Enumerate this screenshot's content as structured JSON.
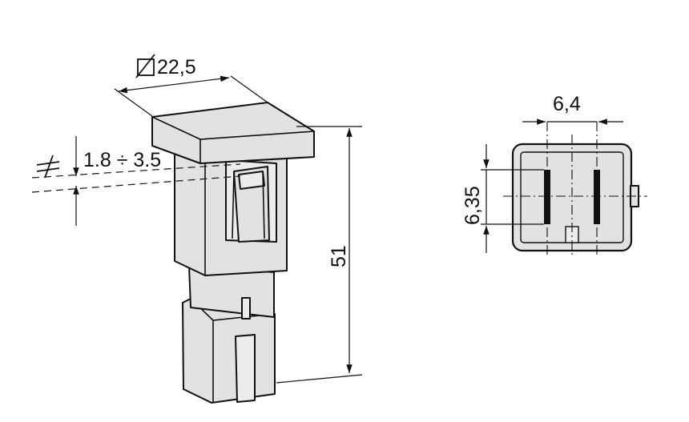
{
  "dimensions": {
    "width": "22,5",
    "thickness": "1.8 ÷ 3.5",
    "height": "51",
    "pin_spacing": "6,4",
    "pin_length": "6,35"
  },
  "symbols": {
    "square": "□",
    "slash": "/",
    "not_equal": "≠"
  }
}
